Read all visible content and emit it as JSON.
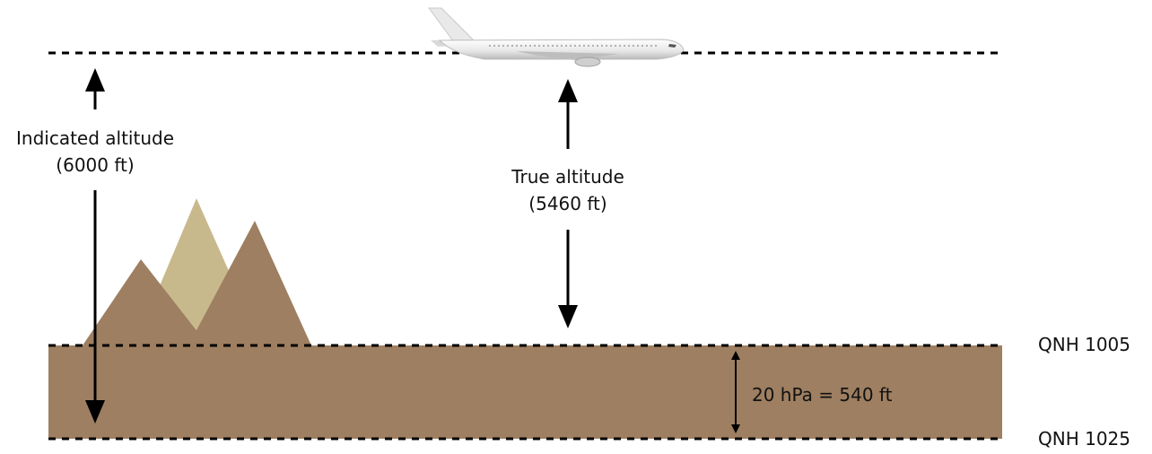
{
  "labels": {
    "indicated_altitude": "Indicated altitude",
    "indicated_value": "(6000 ft)",
    "true_altitude": "True altitude",
    "true_value": "(5460 ft)",
    "qnh_upper": "QNH 1005",
    "qnh_lower": "QNH 1025",
    "pressure_difference": "20 hPa = 540 ft"
  },
  "icons": {
    "aircraft": "airliner-icon",
    "terrain": "mountain-icon"
  },
  "colors": {
    "ground": "#9e7f61",
    "mountain_dark": "#9e7f61",
    "mountain_light": "#c8b98d",
    "lines": "#000000",
    "aircraft_body": "#f2f2f2"
  }
}
